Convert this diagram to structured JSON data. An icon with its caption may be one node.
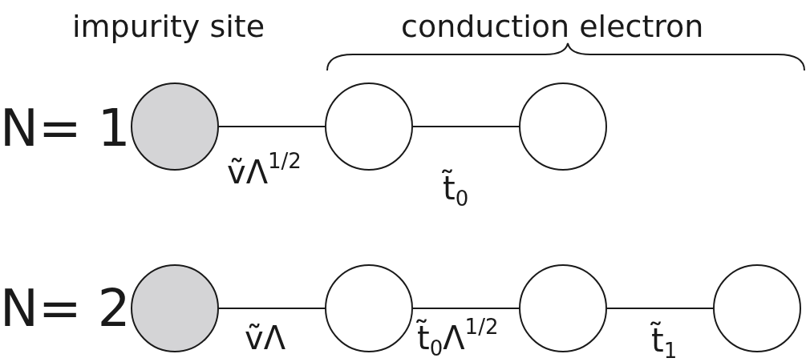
{
  "diagram": {
    "nodes": [
      {
        "text": [],
        "shape": "circle"
      },
      {
        "text": [],
        "shape": "circle"
      },
      {
        "text": [],
        "shape": "circle"
      },
      {
        "text": [],
        "shape": "circle"
      },
      {
        "text": [],
        "shape": "circle"
      },
      {
        "text": [],
        "shape": "circle"
      },
      {
        "text": [],
        "shape": "circle"
      }
    ],
    "edges": [
      {
        "from": 0,
        "to": 1,
        "arrow": "none",
        "label": "ṽΛ$^{1/2}$"
      },
      {
        "from": 1,
        "to": 2,
        "arrow": "none",
        "label": "t̃$_{0}$"
      },
      {
        "from": 3,
        "to": 4,
        "arrow": "none",
        "label": "ṽΛ"
      },
      {
        "from": 4,
        "to": 5,
        "arrow": "none",
        "label": "t̃$_{0}$Λ$^{1/2}$"
      },
      {
        "from": 5,
        "to": 6,
        "arrow": "none",
        "label": "t̃$_{1}$"
      }
    ],
    "labels": [
      "impurity site",
      "conduction electron",
      "N= 1",
      "N= 2"
    ]
  }
}
